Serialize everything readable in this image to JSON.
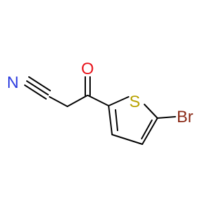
{
  "molecule": {
    "atoms": {
      "nitrogen": "N",
      "oxygen": "O",
      "sulfur": "S",
      "bromine": "Br"
    },
    "colors": {
      "background": "#ffffff",
      "bond": "#000000",
      "nitrogen": "#2f3fe0",
      "oxygen": "#e8131b",
      "sulfur": "#b8a200",
      "bromine": "#8b2a17",
      "carbon_highlight": "#f4a7a7"
    }
  }
}
